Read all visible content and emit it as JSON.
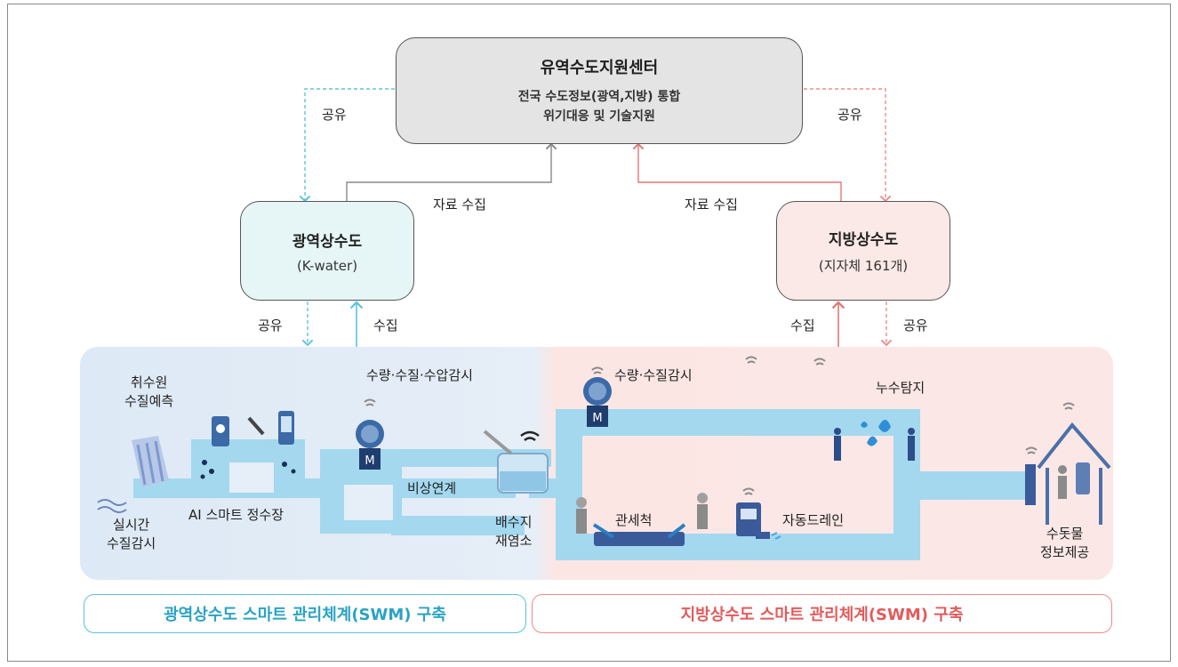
{
  "center": {
    "title": "유역수도지원센터",
    "line1": "전국 수도정보(광역,지방) 통합",
    "line2": "위기대응 및 기술지원"
  },
  "left_node": {
    "title": "광역상수도",
    "subtitle": "(K-water)"
  },
  "right_node": {
    "title": "지방상수도",
    "subtitle": "(지자체 161개)"
  },
  "edges": {
    "share_top_left": "공유",
    "share_top_right": "공유",
    "collect_left": "자료 수집",
    "collect_right": "자료 수집",
    "share_mid_left": "공유",
    "collect_mid_left": "수집",
    "collect_mid_right": "수집",
    "share_mid_right": "공유"
  },
  "scene_labels": {
    "intake": "취수원\n수질예측",
    "realtime": "실시간\n수질감시",
    "ai_plant": "AI 스마트 정수장",
    "monitor_left": "수량·수질·수압감시",
    "emergency": "비상연계",
    "reservoir": "배수지\n재염소",
    "monitor_right": "수량·수질감시",
    "leak": "누수탐지",
    "pipe_clean": "관세척",
    "auto_drain": "자동드레인",
    "tap_info": "수돗물\n정보제공"
  },
  "bottom": {
    "left": "광역상수도 스마트 관리체계(SWM) 구축",
    "right": "지방상수도 스마트 관리체계(SWM) 구축"
  },
  "colors": {
    "left_accent": "#5bc5dc",
    "right_accent": "#ec8d8d",
    "pipe": "#9fd6ee",
    "left_bg": "#e3eef8",
    "right_bg": "#fbe5e3"
  }
}
